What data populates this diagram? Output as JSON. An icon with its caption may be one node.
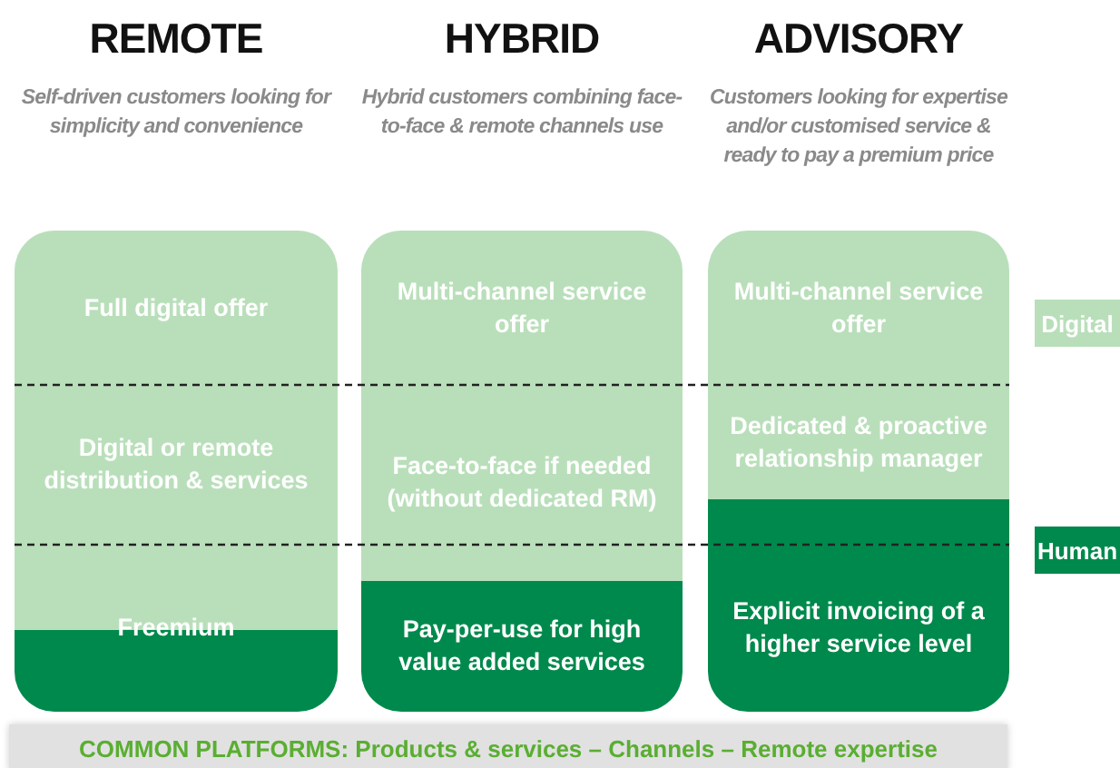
{
  "diagram": {
    "nodes": [
      {
        "text": [
          "REMOTE",
          "Self-driven customers looking for simplicity and convenience"
        ]
      },
      {
        "text": [
          "Full digital offer"
        ],
        "in": 0
      },
      {
        "text": [
          "Digital or remote distribution & services"
        ],
        "in": 0
      },
      {
        "text": [
          "Freemium"
        ],
        "in": 0
      },
      {
        "text": [
          "HYBRID",
          "Hybrid customers combining face-to-face & remote channels use"
        ]
      },
      {
        "text": [
          "Multi-channel service offer"
        ],
        "in": 4
      },
      {
        "text": [
          "Face-to-face if needed (without dedicated RM)"
        ],
        "in": 4
      },
      {
        "text": [
          "Pay-per-use for high value added services"
        ],
        "in": 4
      },
      {
        "text": [
          "ADVISORY",
          "Customers looking for expertise and/or customised service & ready to pay a premium price"
        ]
      },
      {
        "text": [
          "Multi-channel service offer"
        ],
        "in": 8
      },
      {
        "text": [
          "Dedicated & proactive relationship manager"
        ],
        "in": 8
      },
      {
        "text": [
          "Explicit invoicing of a higher service level"
        ],
        "in": 8
      },
      {
        "text": [
          "Digital"
        ]
      },
      {
        "text": [
          "Human"
        ]
      },
      {
        "text": [
          "COMMON PLATFORMS: Products & services – Channels – Remote expertise"
        ]
      }
    ]
  }
}
